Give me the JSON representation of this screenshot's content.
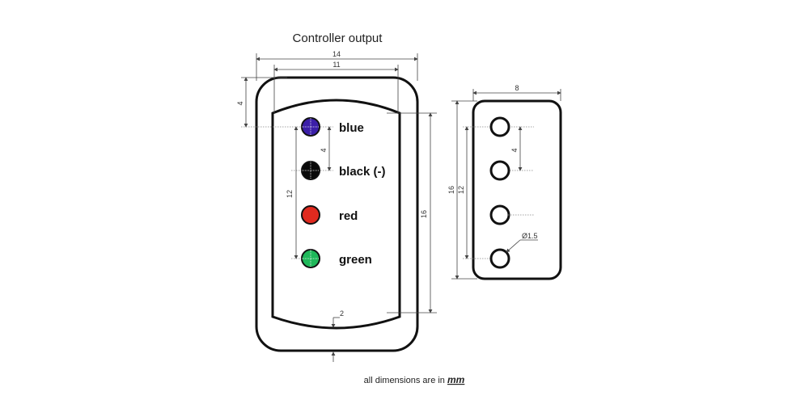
{
  "title": "Controller output",
  "footer": {
    "prefix": "all dimensions are in ",
    "unit": "mm"
  },
  "front": {
    "dims": {
      "outer_width": "14",
      "inner_width": "11",
      "top_offset": "4",
      "pin_spacing": "4",
      "pin_span": "12",
      "height": "16",
      "bottom_margin": "2"
    },
    "pins": [
      {
        "label": "blue",
        "color": "#3b1fa8"
      },
      {
        "label": "black (-)",
        "color": "#0a0a0a"
      },
      {
        "label": "red",
        "color": "#e02a1f"
      },
      {
        "label": "green",
        "color": "#1fb85a"
      }
    ]
  },
  "side": {
    "dims": {
      "width": "8",
      "height": "16",
      "pin_span": "12",
      "pin_spacing": "4",
      "hole_diameter": "Ø1.5"
    }
  }
}
